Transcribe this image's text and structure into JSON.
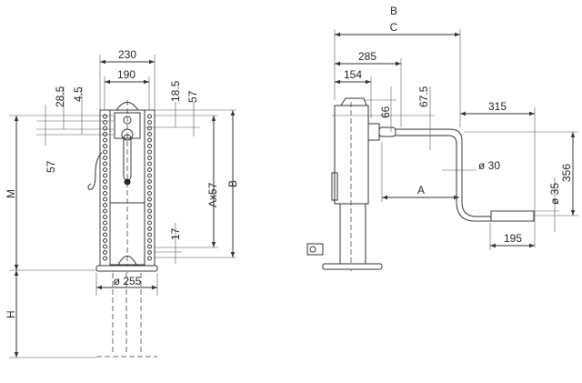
{
  "front_view": {
    "width_outer": "230",
    "width_inner": "190",
    "dim_28_5": "28.5",
    "dim_4_5": "4.5",
    "dim_18_5": "18.5",
    "dim_57_right": "57",
    "dim_57_left": "57",
    "dim_M": "M",
    "dim_H": "H",
    "dim_Ax57": "Ax57",
    "dim_B": "B",
    "dim_17": "17",
    "foot_diameter": "ø 255"
  },
  "side_view": {
    "dim_B": "B",
    "dim_C": "C",
    "dim_285": "285",
    "dim_154": "154",
    "dim_66": "66",
    "dim_67_5": "67.5",
    "dim_315": "315",
    "dim_356": "356",
    "dim_dia30": "ø 30",
    "dim_A": "A",
    "dim_dia35": "ø 35",
    "dim_195": "195"
  }
}
